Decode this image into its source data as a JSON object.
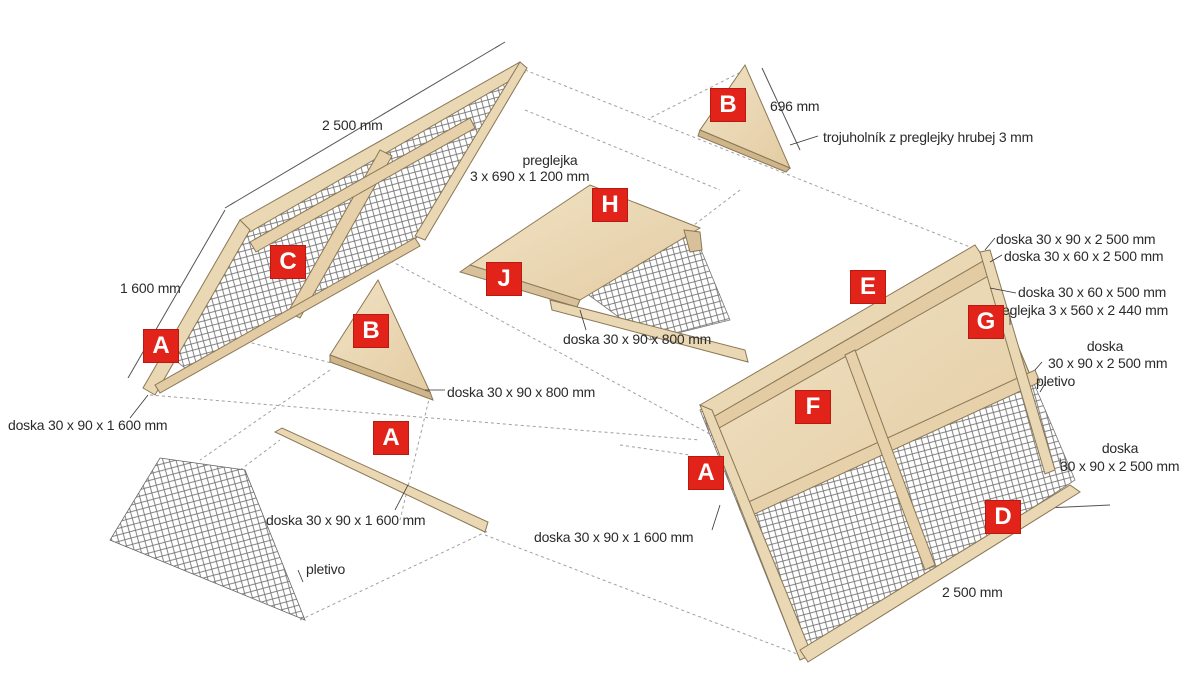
{
  "badges": {
    "a_left": "A",
    "a_mid": "A",
    "a_right": "A",
    "b_top": "B",
    "b_mid": "B",
    "c": "C",
    "d": "D",
    "e": "E",
    "f": "F",
    "g": "G",
    "h": "H",
    "j": "J"
  },
  "labels": {
    "dim_2500_top": "2 500 mm",
    "dim_1600": "1 600 mm",
    "dim_696": "696 mm",
    "triangle_note": "trojuholník z preglejky hrubej 3 mm",
    "plywood_name": "preglejka",
    "plywood_dims": "3 x 690 x 1 200 mm",
    "board_30x90x2500_top": "doska 30 x 90 x 2 500 mm",
    "board_30x60x2500": "doska 30 x 60 x 2 500 mm",
    "board_30x60x500": "doska 30 x 60 x 500 mm",
    "plywood_3x560x2440": "preglejka 3 x 560 x 2 440 mm",
    "board_30x90x800_j": "doska 30 x 90 x 800 mm",
    "board_30x90x800_b": "doska 30 x 90 x 800 mm",
    "board_label_1": "doska",
    "board_dims_1": "30 x 90 x 2 500 mm",
    "mesh_right": "pletivo",
    "board_label_2": "doska",
    "board_dims_2": "30 x 90 x 2 500 mm",
    "board_1600_left": "doska 30 x 90 x 1 600 mm",
    "board_1600_mid": "doska 30 x 90 x 1 600 mm",
    "board_1600_right": "doska 30 x 90 x 1 600 mm",
    "mesh_left": "pletivo",
    "dim_2500_bottom": "2 500 mm"
  },
  "colors": {
    "badge": "#e2231a",
    "wood": "#ead7b4",
    "wood_dark": "#cfb58a",
    "mesh": "#6e6e6e",
    "dashed": "#9a9a9a"
  }
}
